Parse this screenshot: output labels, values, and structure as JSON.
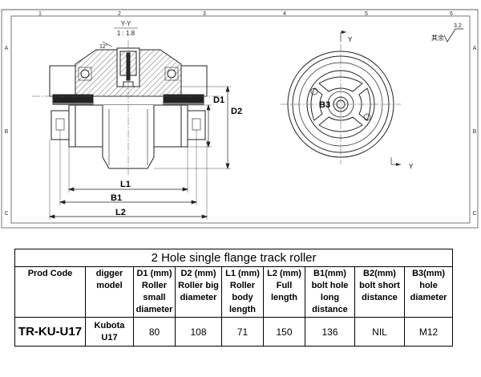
{
  "drawing": {
    "border_numbers": [
      "1",
      "2",
      "3",
      "4",
      "5",
      "6"
    ],
    "border_letters": [
      "A",
      "B",
      "C"
    ],
    "section_label": "Y-Y",
    "section_scale": "1 : 1.8",
    "chamfer_label": "12°",
    "dims": {
      "d1": "D1",
      "d2": "D2",
      "l1": "L1",
      "b1": "B1",
      "l2": "L2",
      "b3": "B3"
    },
    "axis_y": "Y",
    "axis_y_bottom": "Y",
    "note_label": "其余",
    "roughness": "3.2"
  },
  "table": {
    "title": "2 Hole single flange track roller",
    "headers": [
      "Prod Code",
      "digger model",
      "D1 (mm) Roller small diameter",
      "D2 (mm) Roller big diameter",
      "L1 (mm) Roller body length",
      "L2 (mm) Full length",
      "B1(mm) bolt hole long distance",
      "B2(mm) bolt short distance",
      "B3(mm) hole diameter"
    ],
    "rows": [
      [
        "TR-KU-U17",
        "Kubota U17",
        "80",
        "108",
        "71",
        "150",
        "136",
        "NIL",
        "M12"
      ]
    ]
  }
}
